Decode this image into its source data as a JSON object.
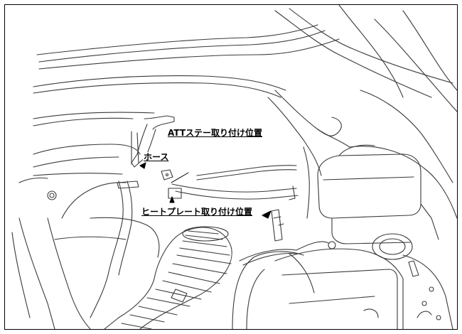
{
  "labels": {
    "att_stay": "ATTステー取り付け位置",
    "hose": "ホース",
    "heat_plate": "ヒートプレート取り付け位置"
  },
  "colors": {
    "line": "#3a3a3a",
    "text": "#000000",
    "background": "#ffffff"
  }
}
